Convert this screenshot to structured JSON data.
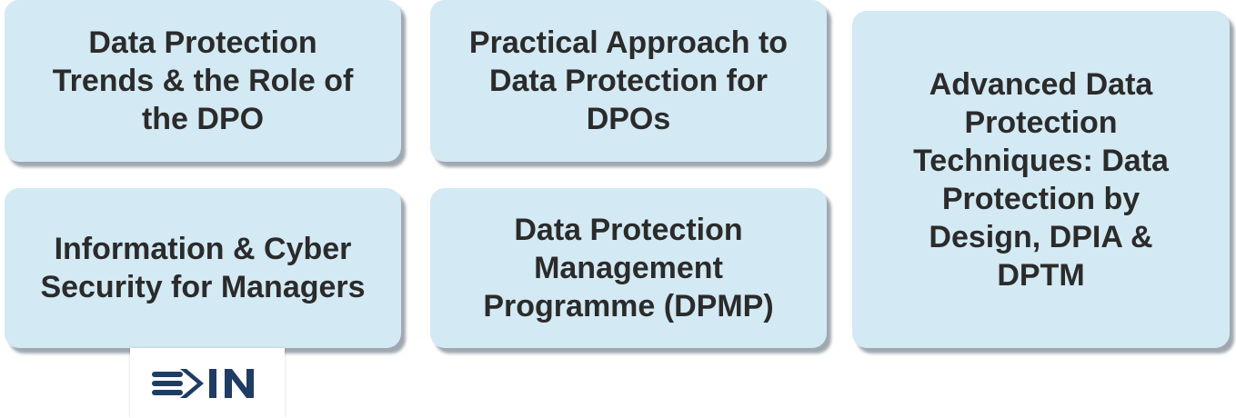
{
  "cards": [
    {
      "title": "Data Protection Trends & the Role of the DPO"
    },
    {
      "title": "Practical Approach to Data Protection for DPOs"
    },
    {
      "title": "Advanced Data Protection Techniques: Data Protection by Design, DPIA & DPTM"
    },
    {
      "title": "Information & Cyber Security for Managers"
    },
    {
      "title": "Data Protection Management Programme (DPMP)"
    }
  ],
  "logo": {
    "text": "EXIN",
    "color": "#1f3c64"
  },
  "colors": {
    "card_bg": "#d3e9f3",
    "card_text": "#2b2b2b"
  }
}
